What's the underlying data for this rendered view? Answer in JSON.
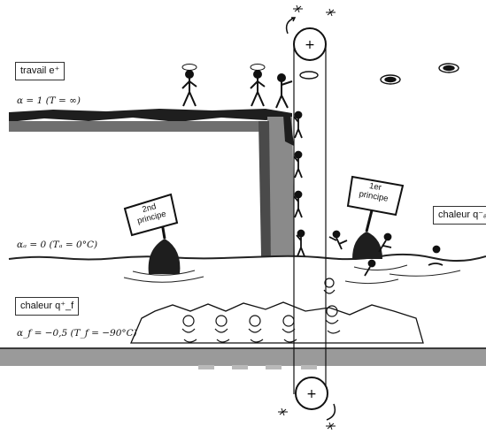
{
  "labels": {
    "travail": "travail e⁺",
    "chaleur_right": "chaleur q⁻ₐ",
    "chaleur_left": "chaleur q⁺_f"
  },
  "levels": {
    "top": "α = 1 (T = ∞)",
    "middle": "αₐ = 0 (Tₐ = 0°C)",
    "bottom": "α_f = −0,5 (T_f = −90°C)"
  },
  "signs": {
    "second_principe_line1": "2nd",
    "second_principe_line2": "principe",
    "first_principe_line1": "1er",
    "first_principe_line2": "principe"
  },
  "pulley_symbols": {
    "top": "+",
    "bottom": "+"
  },
  "colors": {
    "ink": "#111111",
    "rock": "#1e1e1e",
    "cliff_shadow": "#8a8a8a",
    "ice_layer": "#9a9a9a",
    "ice_pillar": "#b9b9b9",
    "water_line": "#222222"
  }
}
